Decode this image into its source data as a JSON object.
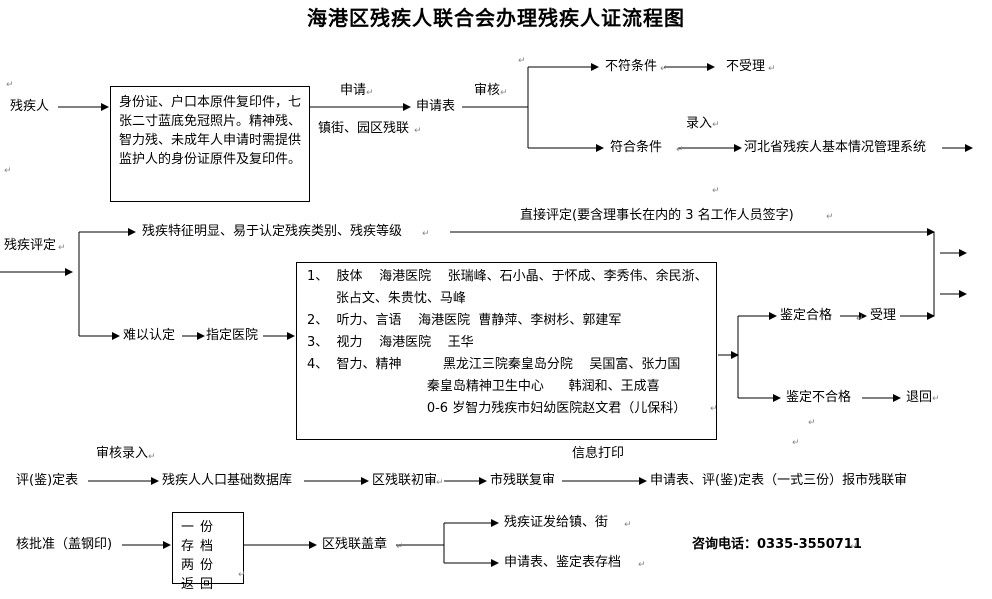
{
  "title": "海港区残疾人联合会办理残疾人证流程图",
  "nodes": {
    "applicant": "残疾人",
    "docs_box": "身份证、户口本原件复印件，七张二寸蓝底免冠照片。精神残、智力残、未成年人申请时需提供监护人的身份证原件及复印件。",
    "apply": "申请",
    "apply_office": "镇街、园区残联",
    "app_form": "申请表",
    "review": "审核",
    "not_qualified": "不符条件",
    "not_accepted": "不受理",
    "enter": "录入",
    "qualified": "符合条件",
    "hebei_system": "河北省残疾人基本情况管理系统",
    "assessment": "残疾评定",
    "obvious": "残疾特征明显、易于认定残疾类别、残疾等级",
    "direct": "直接评定(要含理事长在内的 3 名工作人员签字)",
    "hard": "难以认定",
    "designated": "指定医院",
    "pass": "鉴定合格",
    "accept": "受理",
    "fail": "鉴定不合格",
    "return": "退回",
    "review_entry": "审核录入",
    "info_print": "信息打印",
    "eval_form": "评(鉴)定表",
    "population_db": "残疾人人口基础数据库",
    "district_first": "区残联初审",
    "city_second": "市残联复审",
    "report_city": "申请表、评(鉴)定表（一式三份）报市残联审",
    "approve": "核批准（盖钢印)",
    "keep_box": "一份存档两份返回",
    "district_seal": "区残联盖章",
    "issue_card": "残疾证发给镇、街",
    "archive": "申请表、鉴定表存档",
    "hotline": "咨询电话：0335-3550711"
  },
  "hospitals": [
    "1、  肢体    海港医院    张瑞峰、石小晶、于怀成、李秀伟、余民浙、",
    "       张占文、朱贵忱、马峰",
    "2、  听力、言语    海港医院  曹静萍、李树杉、郭建军",
    "3、  视力    海港医院    王华",
    "4、  智力、精神          黑龙江三院秦皇岛分院    吴国富、张力国",
    "                             秦皇岛精神卫生中心      韩润和、王成喜",
    "                             0-6 岁智力残疾市妇幼医院赵文君（儿保科）"
  ],
  "colors": {
    "line": "#000000",
    "mark": "#888888"
  }
}
